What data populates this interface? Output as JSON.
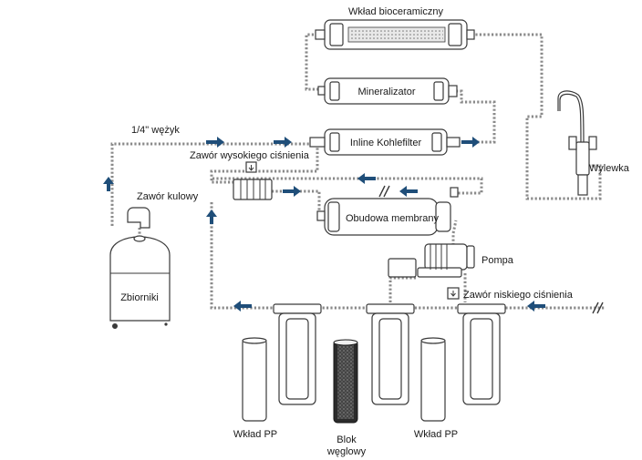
{
  "labels": {
    "bioceramic": "Wkład bioceramiczny",
    "mineralizer": "Mineralizator",
    "inline_carbon": "Inline Kohlefilter",
    "tube": "1/4\" wężyk",
    "high_pressure_valve": "Zawór wysokiego ciśnienia",
    "ball_valve": "Zawór kulowy",
    "tank": "Zbiorniki",
    "membrane": "Obudowa membrany",
    "pump": "Pompa",
    "low_pressure_valve": "Zawór niskiego ciśnienia",
    "faucet": "Wylewka",
    "pp_left": "Wkład PP",
    "carbon_block_1": "Blok",
    "carbon_block_2": "węglowy",
    "pp_right": "Wkład PP"
  },
  "colors": {
    "pipe": "#8a8a8a",
    "arrow": "#1f4e79",
    "outline": "#3a3a3a"
  }
}
